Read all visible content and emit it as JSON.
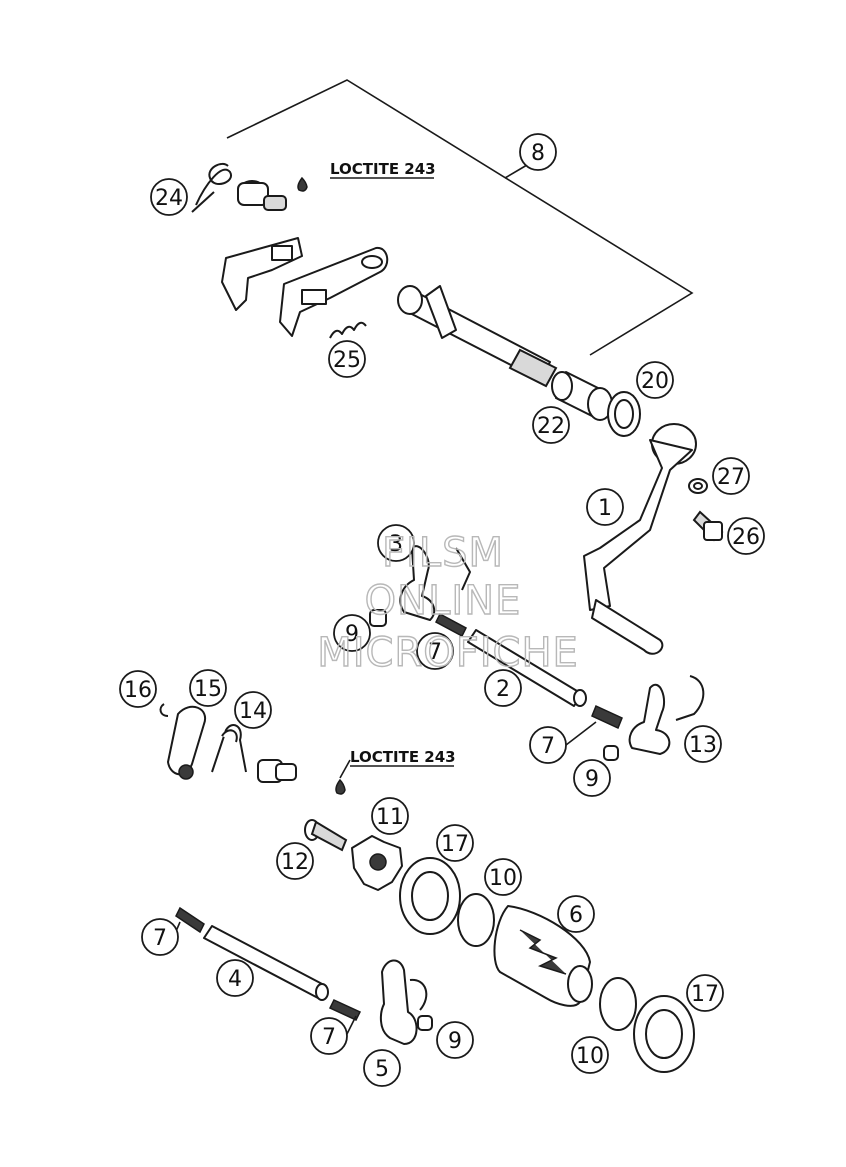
{
  "loctite_labels": [
    "LOCTITE 243",
    "LOCTITE 243"
  ],
  "watermark": [
    "FILSM",
    "ONLINE",
    "MICROFICHE"
  ],
  "callouts": [
    "8",
    "24",
    "25",
    "22",
    "20",
    "1",
    "27",
    "26",
    "3",
    "9",
    "7",
    "2",
    "16",
    "15",
    "14",
    "7",
    "13",
    "9",
    "11",
    "17",
    "12",
    "10",
    "6",
    "7",
    "4",
    "7",
    "5",
    "9",
    "10",
    "17"
  ]
}
